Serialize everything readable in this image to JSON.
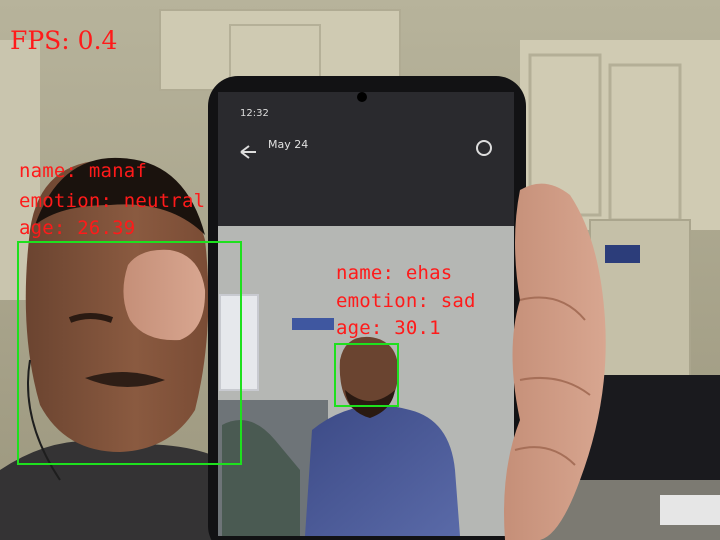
{
  "overlay": {
    "fps_text": "FPS: 0.4",
    "text_color": "#ff1a1a",
    "box_color": "#1ee01e"
  },
  "detections": [
    {
      "name": "name: manaf",
      "emotion": "emotion: neutral",
      "age": "age: 26.39"
    },
    {
      "name": "name: ehas",
      "emotion": "emotion: sad",
      "age": "age: 30.1"
    }
  ],
  "phone_screen": {
    "time": "12:32",
    "date_title": "May 24"
  }
}
